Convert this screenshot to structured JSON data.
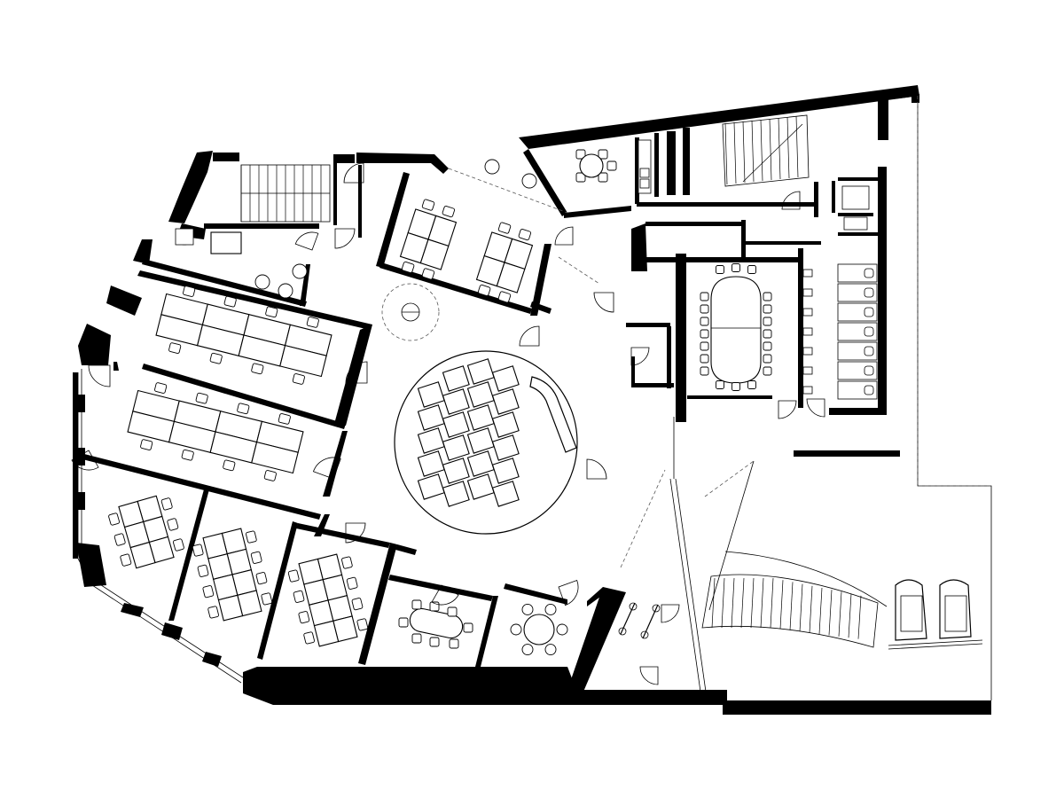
{
  "plan": {
    "colors": {
      "wall": "#000000",
      "line": "#000000",
      "background": "#ffffff"
    },
    "rooms": [
      {
        "id": "open-office-1",
        "kind": "open-office",
        "desk_pods": 2,
        "desks_per_pod": 8
      },
      {
        "id": "open-office-2",
        "kind": "open-office",
        "desk_pods": 2,
        "desks_per_pod": 8
      },
      {
        "id": "team-room-1",
        "kind": "team-room",
        "desks": 6
      },
      {
        "id": "team-room-2",
        "kind": "team-room",
        "desks": 6
      },
      {
        "id": "team-room-3",
        "kind": "team-room",
        "desks": 6
      },
      {
        "id": "project-room",
        "kind": "office",
        "desks": 8
      },
      {
        "id": "circular-workspace",
        "kind": "round-hub",
        "desks": 16
      },
      {
        "id": "meeting-small",
        "kind": "meeting",
        "seats": 8
      },
      {
        "id": "meeting-round",
        "kind": "meeting",
        "seats": 6
      },
      {
        "id": "boardroom",
        "kind": "conference",
        "seats": 20
      },
      {
        "id": "kitchen-lounge",
        "kind": "kitchen",
        "seats": 4
      },
      {
        "id": "restrooms",
        "kind": "wc",
        "stalls": 7
      },
      {
        "id": "bike-room",
        "kind": "storage",
        "bikes": 2
      }
    ],
    "stairs": [
      "north-west-stair",
      "north-east-stair",
      "south-east-stair"
    ],
    "elevators": 2
  }
}
